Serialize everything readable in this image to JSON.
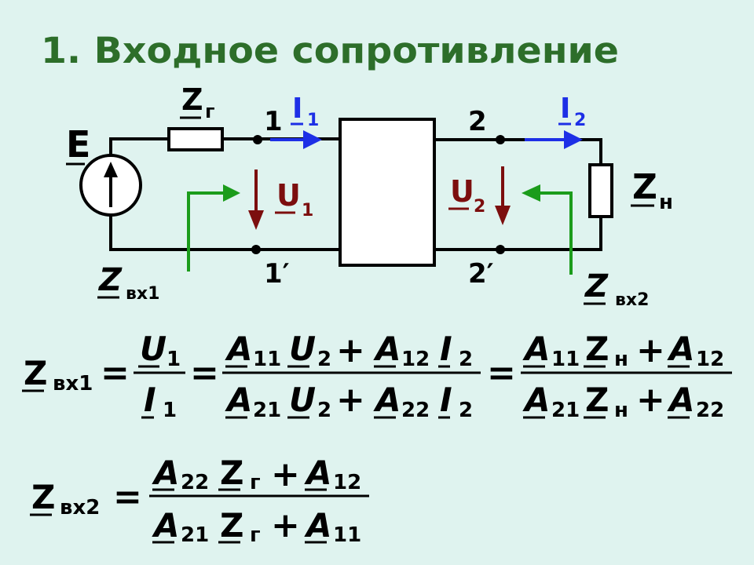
{
  "title": "1. Входное сопротивление",
  "colors": {
    "background": "#dff3ef",
    "title": "#2d6e2a",
    "current_arrow": "#1d2fe6",
    "voltage_arrow": "#7c0e0e",
    "input_impedance_arrow": "#1b9c1b",
    "element_fill": "#ffffff",
    "line": "#000000"
  },
  "circuit": {
    "source_emf": "E",
    "generator_impedance": {
      "main": "Z",
      "sub": "г"
    },
    "load_impedance": {
      "main": "Z",
      "sub": "н"
    },
    "terminals": {
      "in": "1",
      "out": "2",
      "in_prime": "1′",
      "out_prime": "2′"
    },
    "current_in": {
      "main": "I",
      "sub": "1"
    },
    "current_out": {
      "main": "I",
      "sub": "2"
    },
    "voltage_in": {
      "main": "U",
      "sub": "1"
    },
    "voltage_out": {
      "main": "U",
      "sub": "2"
    },
    "input_impedance_1": {
      "main": "Z",
      "sub": "вх1"
    },
    "input_impedance_2": {
      "main": "Z",
      "sub": "вх2"
    }
  },
  "formula_1": {
    "lhs": {
      "main": "Z",
      "sub": "вх1"
    },
    "equals": "=",
    "plus": "+",
    "ratio_u_i": {
      "num": {
        "main": "U",
        "sub": "1"
      },
      "den": {
        "main": "I",
        "sub": "1"
      }
    },
    "ratio_a_ui": {
      "num": [
        {
          "main": "A",
          "sub": "11"
        },
        {
          "main": "U",
          "sub": "2"
        },
        {
          "main": "A",
          "sub": "12"
        },
        {
          "main": "I",
          "sub": "2"
        }
      ],
      "den": [
        {
          "main": "A",
          "sub": "21"
        },
        {
          "main": "U",
          "sub": "2"
        },
        {
          "main": "A",
          "sub": "22"
        },
        {
          "main": "I",
          "sub": "2"
        }
      ]
    },
    "ratio_a_z": {
      "num": [
        {
          "main": "A",
          "sub": "11"
        },
        {
          "main": "Z",
          "sub": "н"
        },
        {
          "main": "A",
          "sub": "12"
        }
      ],
      "den": [
        {
          "main": "A",
          "sub": "21"
        },
        {
          "main": "Z",
          "sub": "н"
        },
        {
          "main": "A",
          "sub": "22"
        }
      ]
    }
  },
  "formula_2": {
    "lhs": {
      "main": "Z",
      "sub": "вх2"
    },
    "equals": "=",
    "plus": "+",
    "ratio": {
      "num": [
        {
          "main": "A",
          "sub": "22"
        },
        {
          "main": "Z",
          "sub": "г"
        },
        {
          "main": "A",
          "sub": "12"
        }
      ],
      "den": [
        {
          "main": "A",
          "sub": "21"
        },
        {
          "main": "Z",
          "sub": "г"
        },
        {
          "main": "A",
          "sub": "11"
        }
      ]
    }
  }
}
